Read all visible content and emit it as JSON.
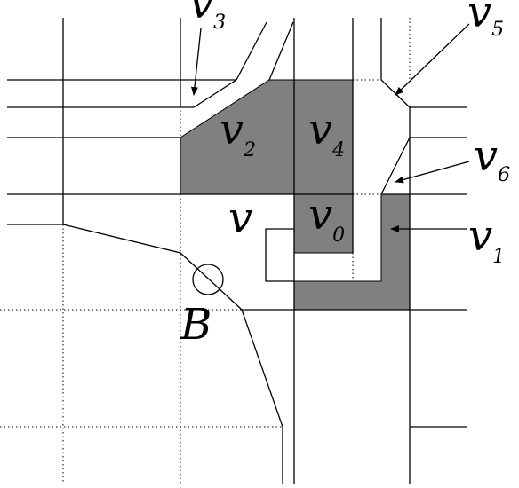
{
  "labels": {
    "v": "v",
    "v0": {
      "base": "v",
      "sub": "0"
    },
    "v1": {
      "base": "v",
      "sub": "1"
    },
    "v2": {
      "base": "v",
      "sub": "2"
    },
    "v3": {
      "base": "v",
      "sub": "3"
    },
    "v4": {
      "base": "v",
      "sub": "4"
    },
    "v5": {
      "base": "v",
      "sub": "5"
    },
    "v6": {
      "base": "v",
      "sub": "6"
    },
    "B": "B"
  },
  "colors": {
    "cell_fill": "#808080",
    "stroke": "#000000",
    "background": "#ffffff"
  }
}
